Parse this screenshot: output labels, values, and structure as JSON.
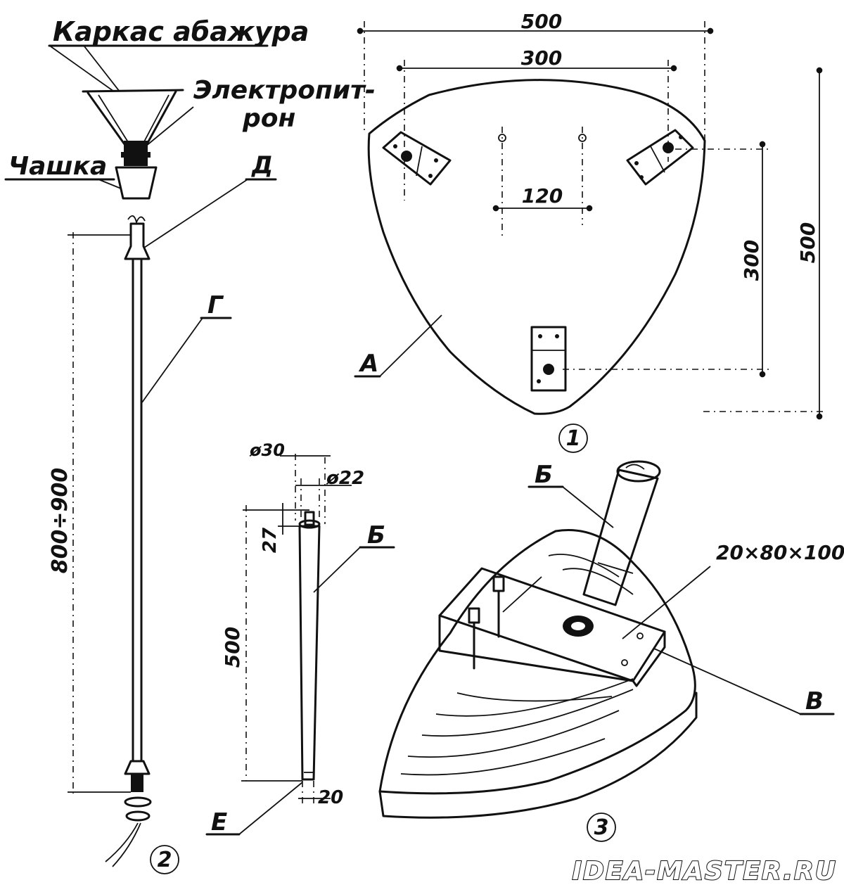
{
  "labels": {
    "shade_frame": "Каркас абажура",
    "power_line_1": "Электропит-",
    "power_line_2": "рон",
    "cup": "Чашка",
    "d": "Д",
    "g": "Г",
    "a": "А",
    "b_top": "Б",
    "b_rod": "Б",
    "v": "В",
    "e": "Е"
  },
  "dimensions": {
    "base_width_outer": "500",
    "base_width_inner": "300",
    "hole_spacing": "120",
    "base_height_inner": "300",
    "base_height_outer": "500",
    "pole_length": "800÷900",
    "diam_30": "ø30",
    "diam_22": "ø22",
    "depth_27": "27",
    "rod_length": "500",
    "rod_end": "20",
    "block_size": "20×80×100"
  },
  "figures": {
    "fig1": "1",
    "fig2": "2",
    "fig3": "3"
  },
  "watermark": "IDEA-MASTER.RU"
}
